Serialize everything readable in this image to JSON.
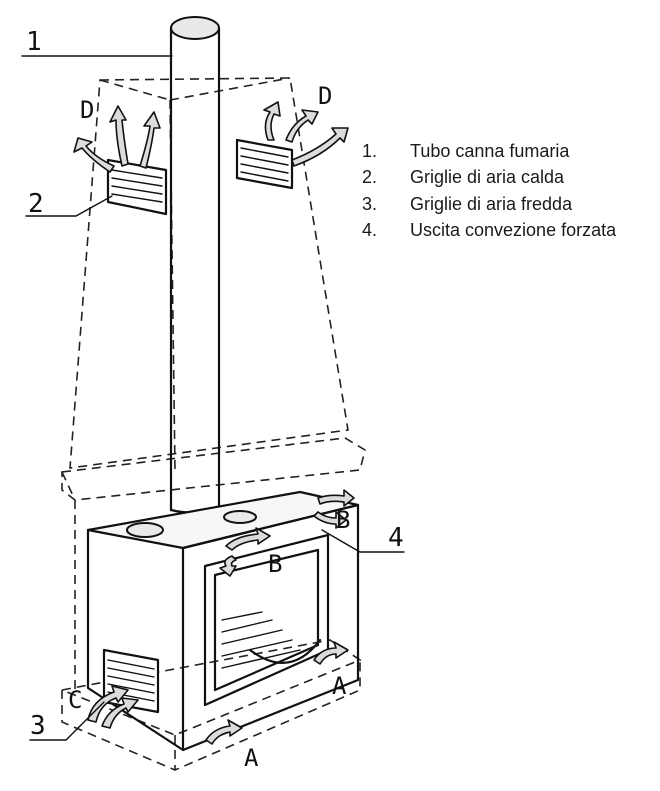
{
  "legend": [
    {
      "num": "1.",
      "text": "Tubo canna fumaria"
    },
    {
      "num": "2.",
      "text": "Griglie di aria calda"
    },
    {
      "num": "3.",
      "text": "Griglie di aria fredda"
    },
    {
      "num": "4.",
      "text": "Uscita convezione forzata"
    }
  ],
  "callouts": {
    "c1": "1",
    "c2": "2",
    "c3": "3",
    "c4": "4"
  },
  "flows": {
    "a1": "A",
    "a2": "A",
    "b1": "B",
    "b2": "B",
    "c": "C",
    "d1": "D",
    "d2": "D"
  }
}
